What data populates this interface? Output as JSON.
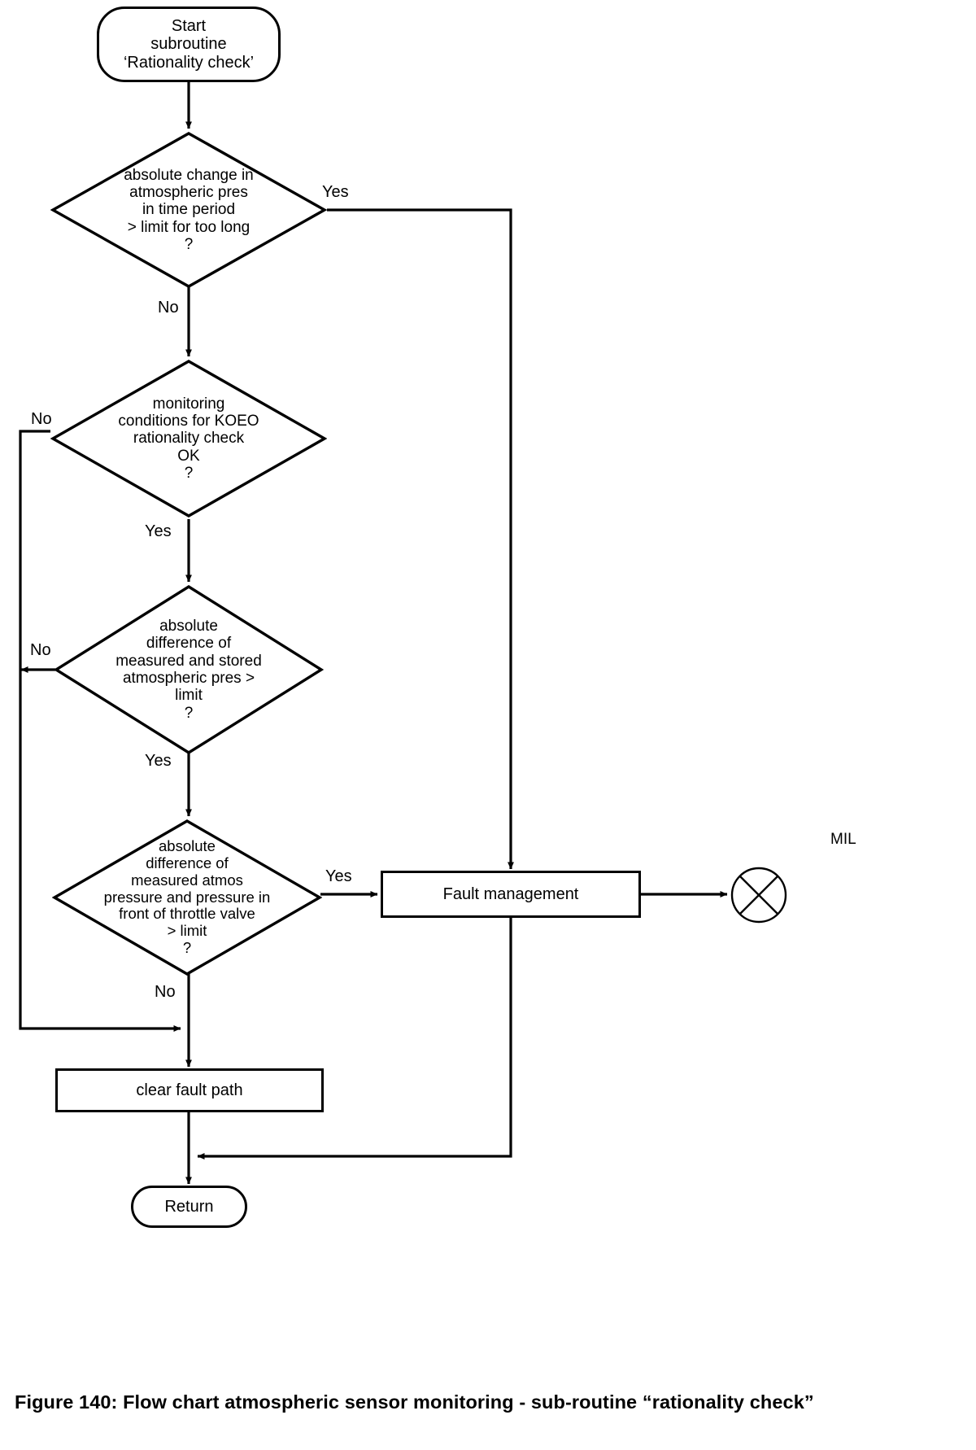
{
  "figure": {
    "caption": "Figure 140: Flow chart atmospheric sensor monitoring - sub-routine “rationality check”",
    "line_color": "#000000",
    "fill_color": "#ffffff"
  },
  "nodes": {
    "start": {
      "type": "terminator",
      "line1": "Start",
      "line2": "subroutine",
      "line3": "‘Rationality check’"
    },
    "decision_pressure_change": {
      "type": "decision",
      "line1": "absolute change in",
      "line2": "atmospheric pres",
      "line3": "in time period",
      "line4": "> limit for too long",
      "line5": "?"
    },
    "decision_koeo": {
      "type": "decision",
      "line1": "monitoring",
      "line2": "conditions for KOEO",
      "line3": "rationality check",
      "line4": "OK",
      "line5": "?"
    },
    "decision_stored_pres": {
      "type": "decision",
      "line1": "absolute",
      "line2": "difference of",
      "line3": "measured and stored",
      "line4": "atmospheric pres >",
      "line5": "limit",
      "line6": "?"
    },
    "decision_throttle": {
      "type": "decision",
      "line1": "absolute",
      "line2": "difference of",
      "line3": "measured atmos",
      "line4": "pressure and pressure in",
      "line5": "front of throttle valve",
      "line6": "> limit",
      "line7": "?"
    },
    "fault_management": {
      "type": "process",
      "label": "Fault management"
    },
    "clear_fault_path": {
      "type": "process",
      "label": "clear fault path"
    },
    "mil": {
      "type": "lamp",
      "label": "MIL",
      "icon": "lamp-circle-cross-icon"
    },
    "return": {
      "type": "terminator",
      "label": "Return"
    }
  },
  "edge_labels": {
    "d1_yes": "Yes",
    "d1_no": "No",
    "d2_no": "No",
    "d2_yes": "Yes",
    "d3_no": "No",
    "d3_yes": "Yes",
    "d4_yes": "Yes",
    "d4_no": "No"
  },
  "chart_data": {
    "type": "flowchart",
    "title": "Flow chart atmospheric sensor monitoring - sub-routine “rationality check”",
    "orientation": "top-to-bottom",
    "steps": [
      {
        "id": "start",
        "shape": "terminator",
        "text": "Start subroutine ‘Rationality check’"
      },
      {
        "id": "d1",
        "shape": "decision",
        "text": "absolute change in atmospheric pres in time period > limit for too long ?"
      },
      {
        "id": "d2",
        "shape": "decision",
        "text": "monitoring conditions for KOEO rationality check OK ?"
      },
      {
        "id": "d3",
        "shape": "decision",
        "text": "absolute difference of measured and stored atmospheric pres > limit ?"
      },
      {
        "id": "d4",
        "shape": "decision",
        "text": "absolute difference of measured atmos pressure and pressure in front of throttle valve > limit ?"
      },
      {
        "id": "fault",
        "shape": "process",
        "text": "Fault management"
      },
      {
        "id": "clear",
        "shape": "process",
        "text": "clear fault path"
      },
      {
        "id": "mil",
        "shape": "lamp",
        "text": "MIL"
      },
      {
        "id": "return",
        "shape": "terminator",
        "text": "Return"
      }
    ],
    "edges": [
      {
        "from": "start",
        "to": "d1",
        "label": ""
      },
      {
        "from": "d1",
        "to": "fault",
        "label": "Yes"
      },
      {
        "from": "d1",
        "to": "d2",
        "label": "No"
      },
      {
        "from": "d2",
        "to": "clear",
        "label": "No"
      },
      {
        "from": "d2",
        "to": "d3",
        "label": "Yes"
      },
      {
        "from": "d3",
        "to": "clear",
        "label": "No"
      },
      {
        "from": "d3",
        "to": "d4",
        "label": "Yes"
      },
      {
        "from": "d4",
        "to": "fault",
        "label": "Yes"
      },
      {
        "from": "d4",
        "to": "clear",
        "label": "No"
      },
      {
        "from": "fault",
        "to": "mil",
        "label": ""
      },
      {
        "from": "fault",
        "to": "return",
        "label": ""
      },
      {
        "from": "clear",
        "to": "return",
        "label": ""
      }
    ]
  }
}
